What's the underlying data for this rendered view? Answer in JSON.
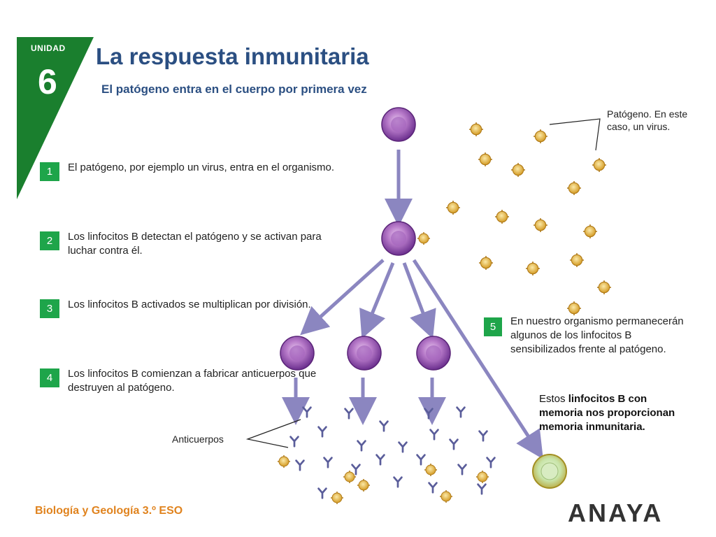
{
  "unit": {
    "label": "UNIDAD",
    "number": "6"
  },
  "title": "La respuesta inmunitaria",
  "subtitle": "El patógeno entra en el cuerpo por primera vez",
  "steps": [
    {
      "num": "1",
      "text": "El patógeno, por ejemplo un virus, entra en el organismo."
    },
    {
      "num": "2",
      "text": "Los linfocitos B detectan el patógeno y se activan para luchar contra él."
    },
    {
      "num": "3",
      "text": "Los linfocitos B activados se multiplican por división."
    },
    {
      "num": "4",
      "text": "Los linfocitos B comienzan a fabricar anticuerpos que destruyen al patógeno."
    },
    {
      "num": "5",
      "text": "En nuestro organismo permanecerán algunos de los linfocitos B sensibilizados frente al patógeno."
    }
  ],
  "memory_note": {
    "prefix": "Estos ",
    "bold": "linfocitos B con memoria nos proporcionan memoria inmunitaria."
  },
  "labels": {
    "patogeno": "Patógeno. En este caso, un virus.",
    "anticuerpos": "Anticuerpos"
  },
  "footer": {
    "book": "Biología y Geología 3.º ESO",
    "publisher": "ANAYA"
  },
  "colors": {
    "green": "#1ea54a",
    "title_blue": "#2b4f82",
    "arrow": "#8b86c0",
    "cell_purple": "#8e4fb0",
    "virus_yellow": "#e0b440",
    "antibody": "#5a5d9a",
    "footer_orange": "#e0831e"
  }
}
